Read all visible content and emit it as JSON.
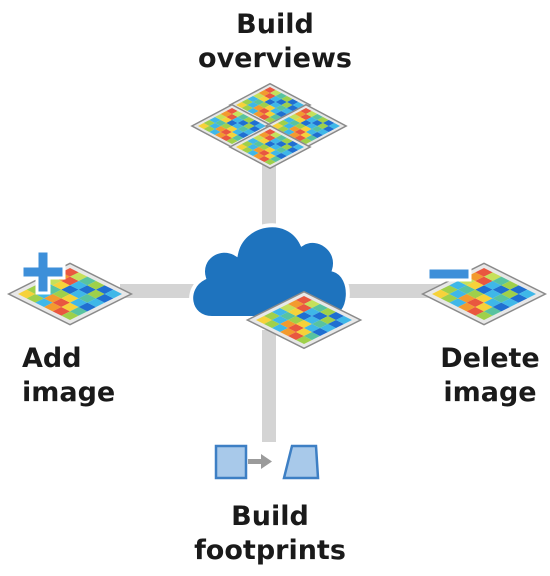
{
  "diagram": {
    "top": {
      "line1": "Build",
      "line2": "overviews"
    },
    "left": {
      "line1": "Add",
      "line2": "image"
    },
    "right": {
      "line1": "Delete",
      "line2": "image"
    },
    "bottom": {
      "line1": "Build",
      "line2": "footprints"
    }
  },
  "colors": {
    "cloud": "#1e73be",
    "cloud_outline": "#ffffff",
    "connector": "#d4d4d4",
    "tile_frame": "#8a8a8a",
    "plus_minus": "#3d8fd9",
    "footprint_fill": "#a8c9ea",
    "footprint_stroke": "#3d7fc4",
    "arrow": "#9b9b9b",
    "text": "#1a1a1a"
  },
  "icons": [
    "cloud-icon",
    "raster-tile-icon",
    "plus-icon",
    "minus-icon",
    "footprint-square-icon",
    "footprint-polygon-icon",
    "arrow-icon"
  ]
}
